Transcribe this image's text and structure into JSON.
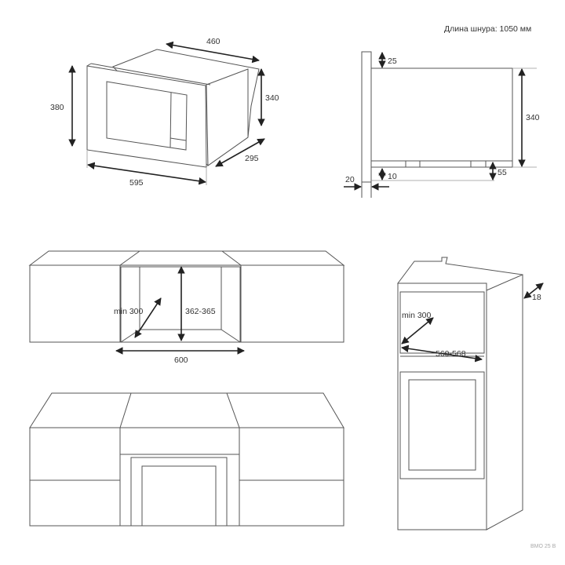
{
  "cord_length": "Длина шнура: 1050 мм",
  "model_label": "BMO 25 B",
  "iso_view": {
    "depth_top": "460",
    "height_total": "380",
    "height_body": "340",
    "depth_side": "295",
    "width": "595"
  },
  "side_view": {
    "top_gap": "25",
    "height": "340",
    "panel_thickness": "20",
    "bottom_gap": "10",
    "foot_height": "55"
  },
  "cabinet_view": {
    "min_depth": "min 300",
    "niche_height": "362-365",
    "niche_width": "600"
  },
  "column_view": {
    "min_depth": "min 300",
    "niche_width": "560-568",
    "panel": "18"
  }
}
